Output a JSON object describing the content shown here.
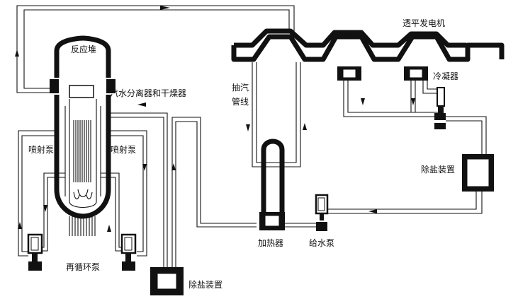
{
  "labels": {
    "reactor": "反应堆",
    "separator": "汽水分离器和干燥器",
    "jet_pump_left": "喷射泵",
    "jet_pump_right": "喷射泵",
    "recirc_pump": "再循环泵",
    "desalter_bottom": "除盐装置",
    "turbine": "透平发电机",
    "condenser": "冷凝器",
    "desalter_right": "除盐装置",
    "extraction": [
      "抽汽",
      "管线"
    ],
    "heater": "加热器",
    "feed_pump": "给水泵"
  },
  "colors": {
    "line": "#111111",
    "background": "#ffffff"
  }
}
